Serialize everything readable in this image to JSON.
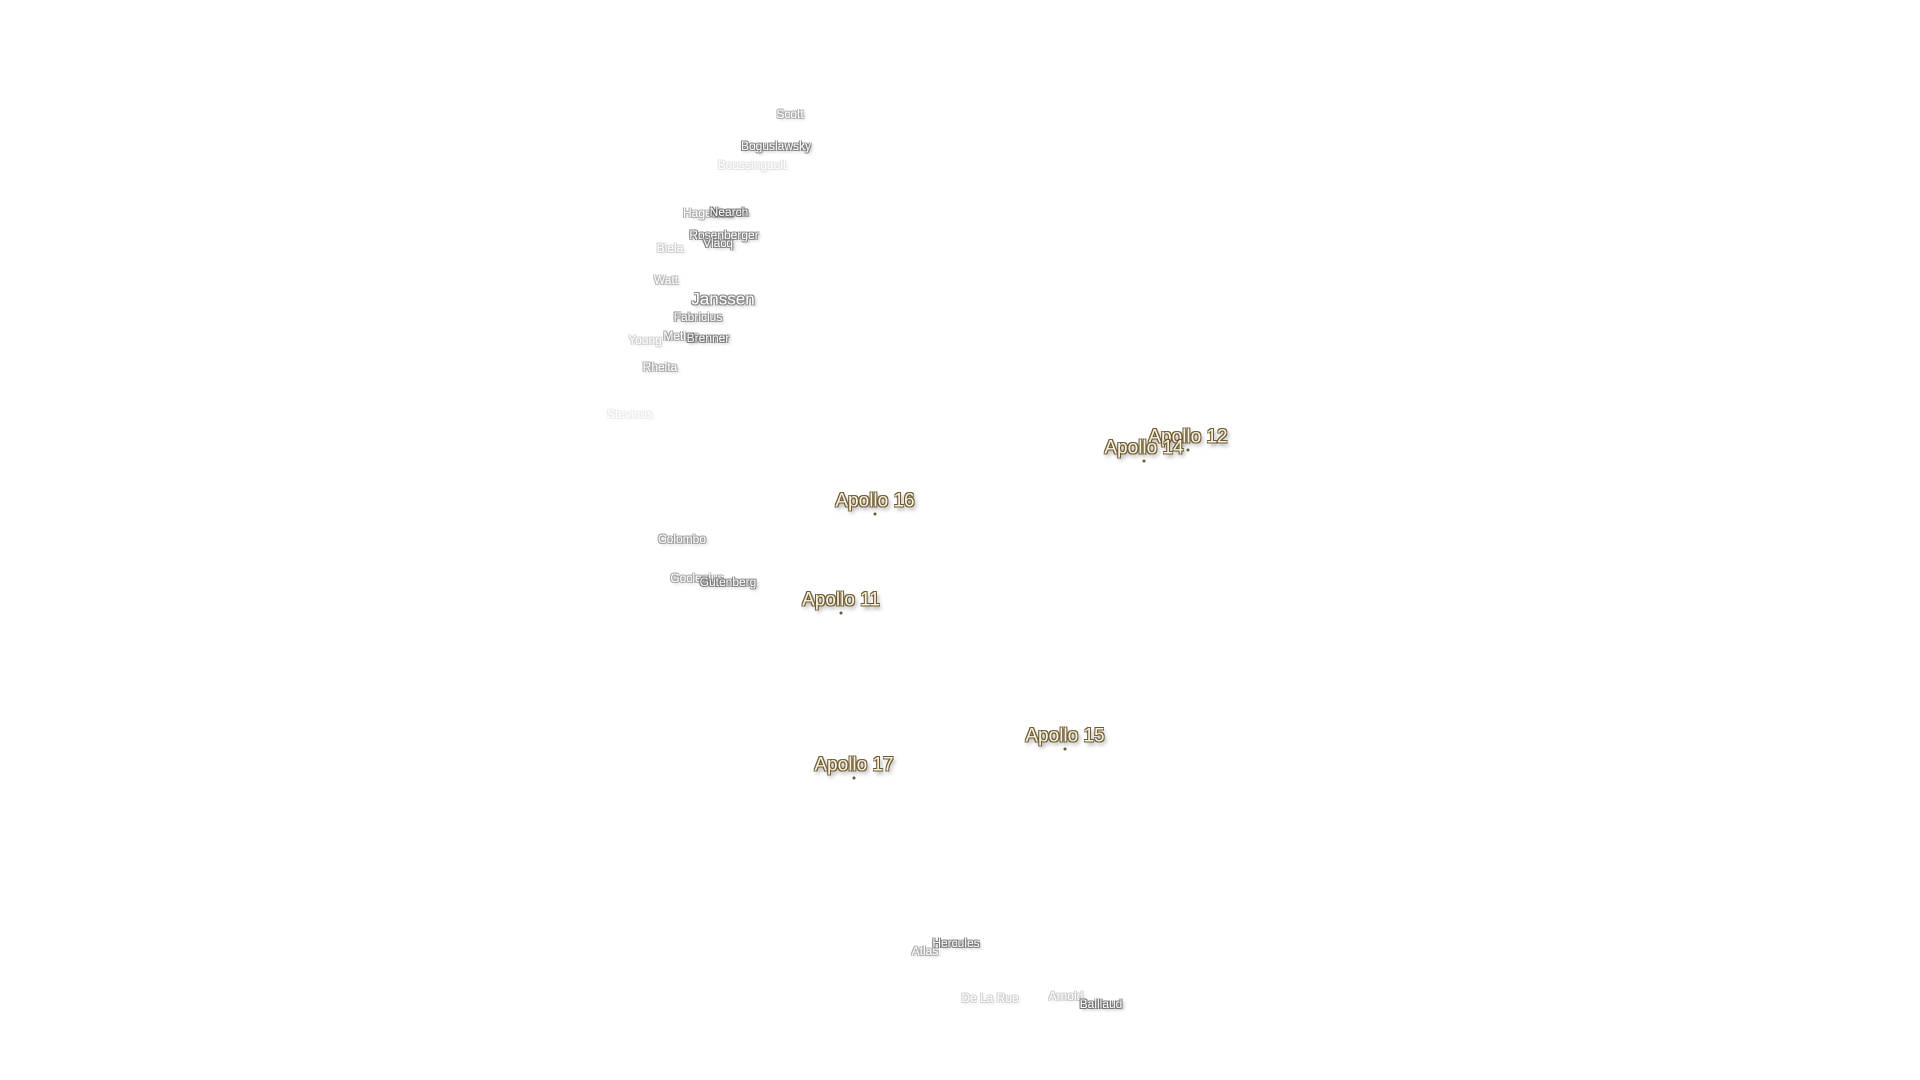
{
  "craters": [
    {
      "name": "Scott",
      "opacity": 0.55
    },
    {
      "name": "Boguslawsky",
      "opacity": 0.85
    },
    {
      "name": "Boussingault",
      "opacity": 0.18
    },
    {
      "name": "Hagecius",
      "opacity": 0.55
    },
    {
      "name": "Nearch",
      "opacity": 1.0
    },
    {
      "name": "Rosenberger",
      "opacity": 0.85
    },
    {
      "name": "Vlacq",
      "opacity": 0.85
    },
    {
      "name": "Biela",
      "opacity": 0.3
    },
    {
      "name": "Watt",
      "opacity": 0.45
    },
    {
      "name": "Janssen",
      "opacity": 0.8,
      "size": "large"
    },
    {
      "name": "Fabricius",
      "opacity": 0.75
    },
    {
      "name": "Young",
      "opacity": 0.3
    },
    {
      "name": "Metius",
      "opacity": 0.6
    },
    {
      "name": "Brenner",
      "opacity": 0.9
    },
    {
      "name": "Rheita",
      "opacity": 0.55
    },
    {
      "name": "Stevinus",
      "opacity": 0.12
    },
    {
      "name": "Colombo",
      "opacity": 0.65
    },
    {
      "name": "Goclenius",
      "opacity": 0.6
    },
    {
      "name": "Gutenberg",
      "opacity": 0.85
    },
    {
      "name": "Atlas",
      "opacity": 0.55
    },
    {
      "name": "Hercules",
      "opacity": 0.9
    },
    {
      "name": "De La Rue",
      "opacity": 0.3
    },
    {
      "name": "Arnold",
      "opacity": 0.35
    },
    {
      "name": "Baillaud",
      "opacity": 0.95
    }
  ],
  "apollo_sites": [
    {
      "name": "Apollo 12"
    },
    {
      "name": "Apollo 14"
    },
    {
      "name": "Apollo 16"
    },
    {
      "name": "Apollo 11"
    },
    {
      "name": "Apollo 15"
    },
    {
      "name": "Apollo 17"
    }
  ]
}
